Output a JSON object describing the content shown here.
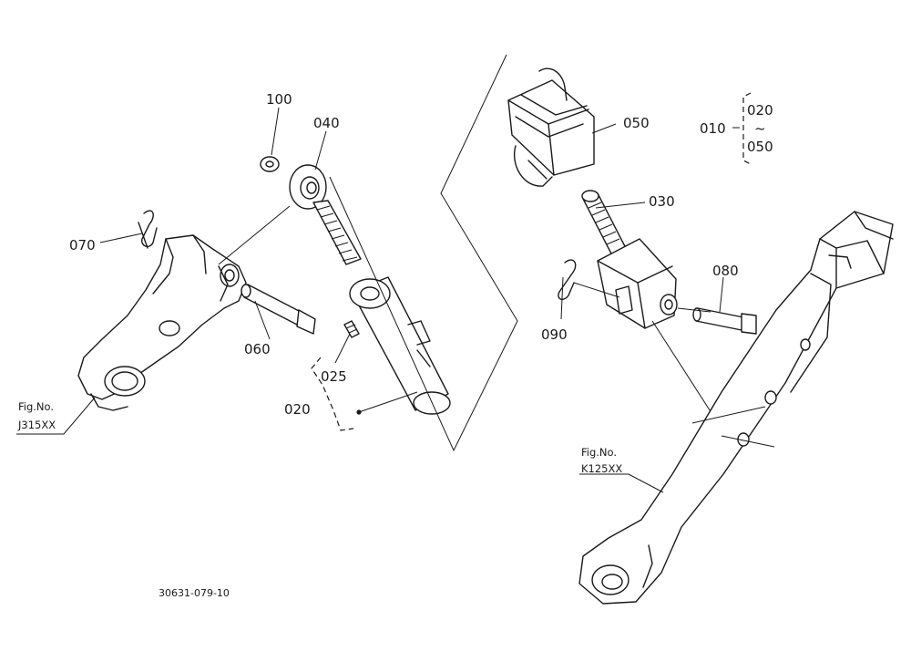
{
  "callouts": {
    "p100": "100",
    "p040": "040",
    "p070": "070",
    "p060": "060",
    "p025": "025",
    "p020": "020",
    "p050": "050",
    "p030": "030",
    "p080": "080",
    "p090": "090"
  },
  "assembly": {
    "parent": "010",
    "range_start": "020",
    "range_tilde": "~",
    "range_end": "050"
  },
  "figure_refs": {
    "left_line1": "Fig.No.",
    "left_line2": "J315XX",
    "right_line1": "Fig.No.",
    "right_line2": "K125XX"
  },
  "drawing_code": "30631-079-10"
}
